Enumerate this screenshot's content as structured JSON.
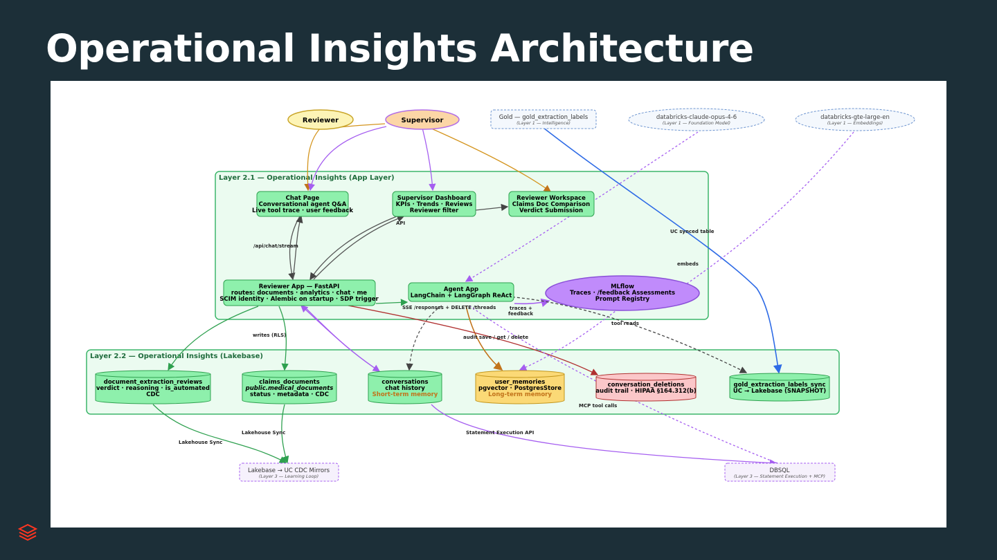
{
  "title": "Operational Insights Architecture",
  "actors": {
    "reviewer": "Reviewer",
    "supervisor": "Supervisor"
  },
  "external": {
    "gold": {
      "name": "Gold — gold_extraction_labels",
      "sub": "(Layer 1 — Intelligence)"
    },
    "claude": {
      "name": "databricks-claude-opus-4-6",
      "sub": "(Layer 1 — Foundation Model)"
    },
    "gte": {
      "name": "databricks-gte-large-en",
      "sub": "(Layer 1 — Embeddings)"
    },
    "mirrors": {
      "name": "Lakebase → UC CDC Mirrors",
      "sub": "(Layer 3 — Learning Loop)"
    },
    "dbsql": {
      "name": "DBSQL",
      "sub": "(Layer 3 — Statement Execution + MCP)"
    }
  },
  "layer21": {
    "label": "Layer 2.1 — Operational Insights (App Layer)",
    "chat_page": [
      "Chat Page",
      "Conversational agent Q&A",
      "Live tool trace · user feedback"
    ],
    "supervisor_dashboard": [
      "Supervisor Dashboard",
      "KPIs · Trends · Reviews",
      "Reviewer filter"
    ],
    "reviewer_workspace": [
      "Reviewer Workspace",
      "Claims Doc Comparison",
      "Verdict Submission"
    ],
    "reviewer_app": [
      "Reviewer App — FastAPI",
      "routes: documents · analytics · chat · me",
      "SCIM identity · Alembic on startup · SDP trigger"
    ],
    "agent_app": [
      "Agent App",
      "LangChain + LangGraph ReAct"
    ],
    "mlflow": [
      "MLflow",
      "Traces · /feedback Assessments",
      "Prompt Registry"
    ]
  },
  "layer22": {
    "label": "Layer 2.2 — Operational Insights (Lakebase)",
    "doc_reviews": [
      "document_extraction_reviews",
      "verdict · reasoning · is_automated",
      "CDC"
    ],
    "claims_docs": [
      "claims_documents",
      "public.medical_documents",
      "status · metadata · CDC"
    ],
    "conversations": [
      "conversations",
      "chat history",
      "Short-term memory"
    ],
    "user_memories": [
      "user_memories",
      "pgvector · PostgresStore",
      "Long-term memory"
    ],
    "deletions": [
      "conversation_deletions",
      "audit trail · HIPAA §164.312(b)"
    ],
    "gold_sync": [
      "gold_extraction_labels_sync",
      "UC → Lakebase (SNAPSHOT)"
    ]
  },
  "edge_labels": {
    "uc_synced": "UC synced table",
    "embeds": "embeds",
    "api_chat": "/api/chat/stream",
    "api": "API",
    "sse": "SSE /responses + DELETE /threads",
    "traces": "traces +",
    "traces2": "feedback",
    "tool_reads": "tool reads",
    "writes": "writes (RLS)",
    "audit": "audit save / get / delete",
    "mcp": "MCP tool calls",
    "lakehouse_sync_a": "Lakehouse Sync",
    "lakehouse_sync_b": "Lakehouse Sync",
    "statement": "Statement Execution API"
  },
  "colors": {
    "background": "#1c2f38",
    "layer_fill": "#ebfbf0",
    "layer_stroke": "#3cb66a",
    "node_fill": "#8ef0ac",
    "mlflow_fill": "#c08bfb",
    "memory_fill": "#fbd976",
    "deletion_fill": "#fbc7c9",
    "purple_edge": "#a55ef0",
    "orange_edge": "#d4951f",
    "blue_edge": "#2e6be6",
    "red_edge": "#c0392b",
    "green_edge": "#2ea04f"
  },
  "icons": {
    "logo": "databricks-stack-icon"
  }
}
